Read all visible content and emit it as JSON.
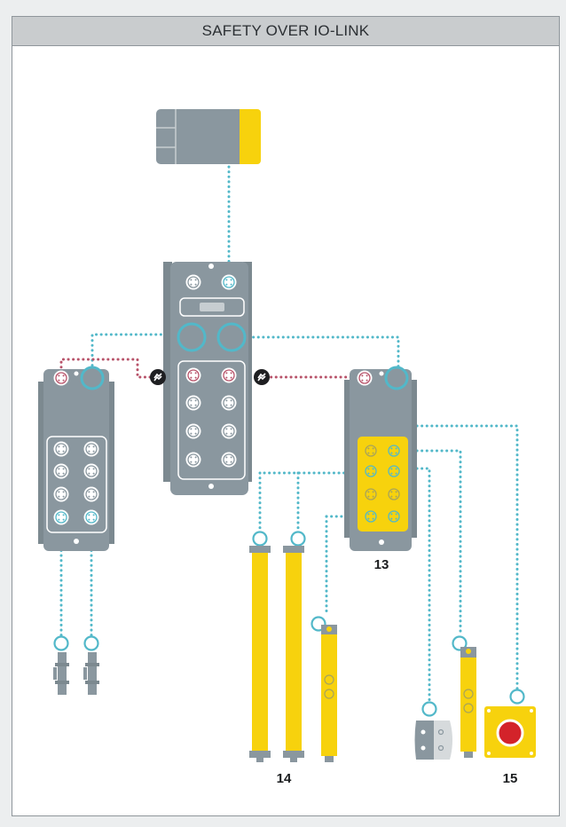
{
  "header": {
    "title": "SAFETY OVER IO-LINK"
  },
  "labels": {
    "module_right": "13",
    "light_curtains": "14",
    "emergency_stop": "15"
  },
  "colors": {
    "device_gray": "#8a979f",
    "safety_yellow": "#f7d20d",
    "io_link_cyan": "#52b8c9",
    "safety_red": "#b8536a",
    "estop_red": "#d3232a"
  },
  "icons": [
    "controller",
    "io-link-master-hub",
    "io-hub-left",
    "safety-io-module",
    "light-curtain",
    "safety-switch",
    "door-interlock",
    "emergency-stop-button",
    "sensor-connector",
    "safety-link-symbol"
  ]
}
